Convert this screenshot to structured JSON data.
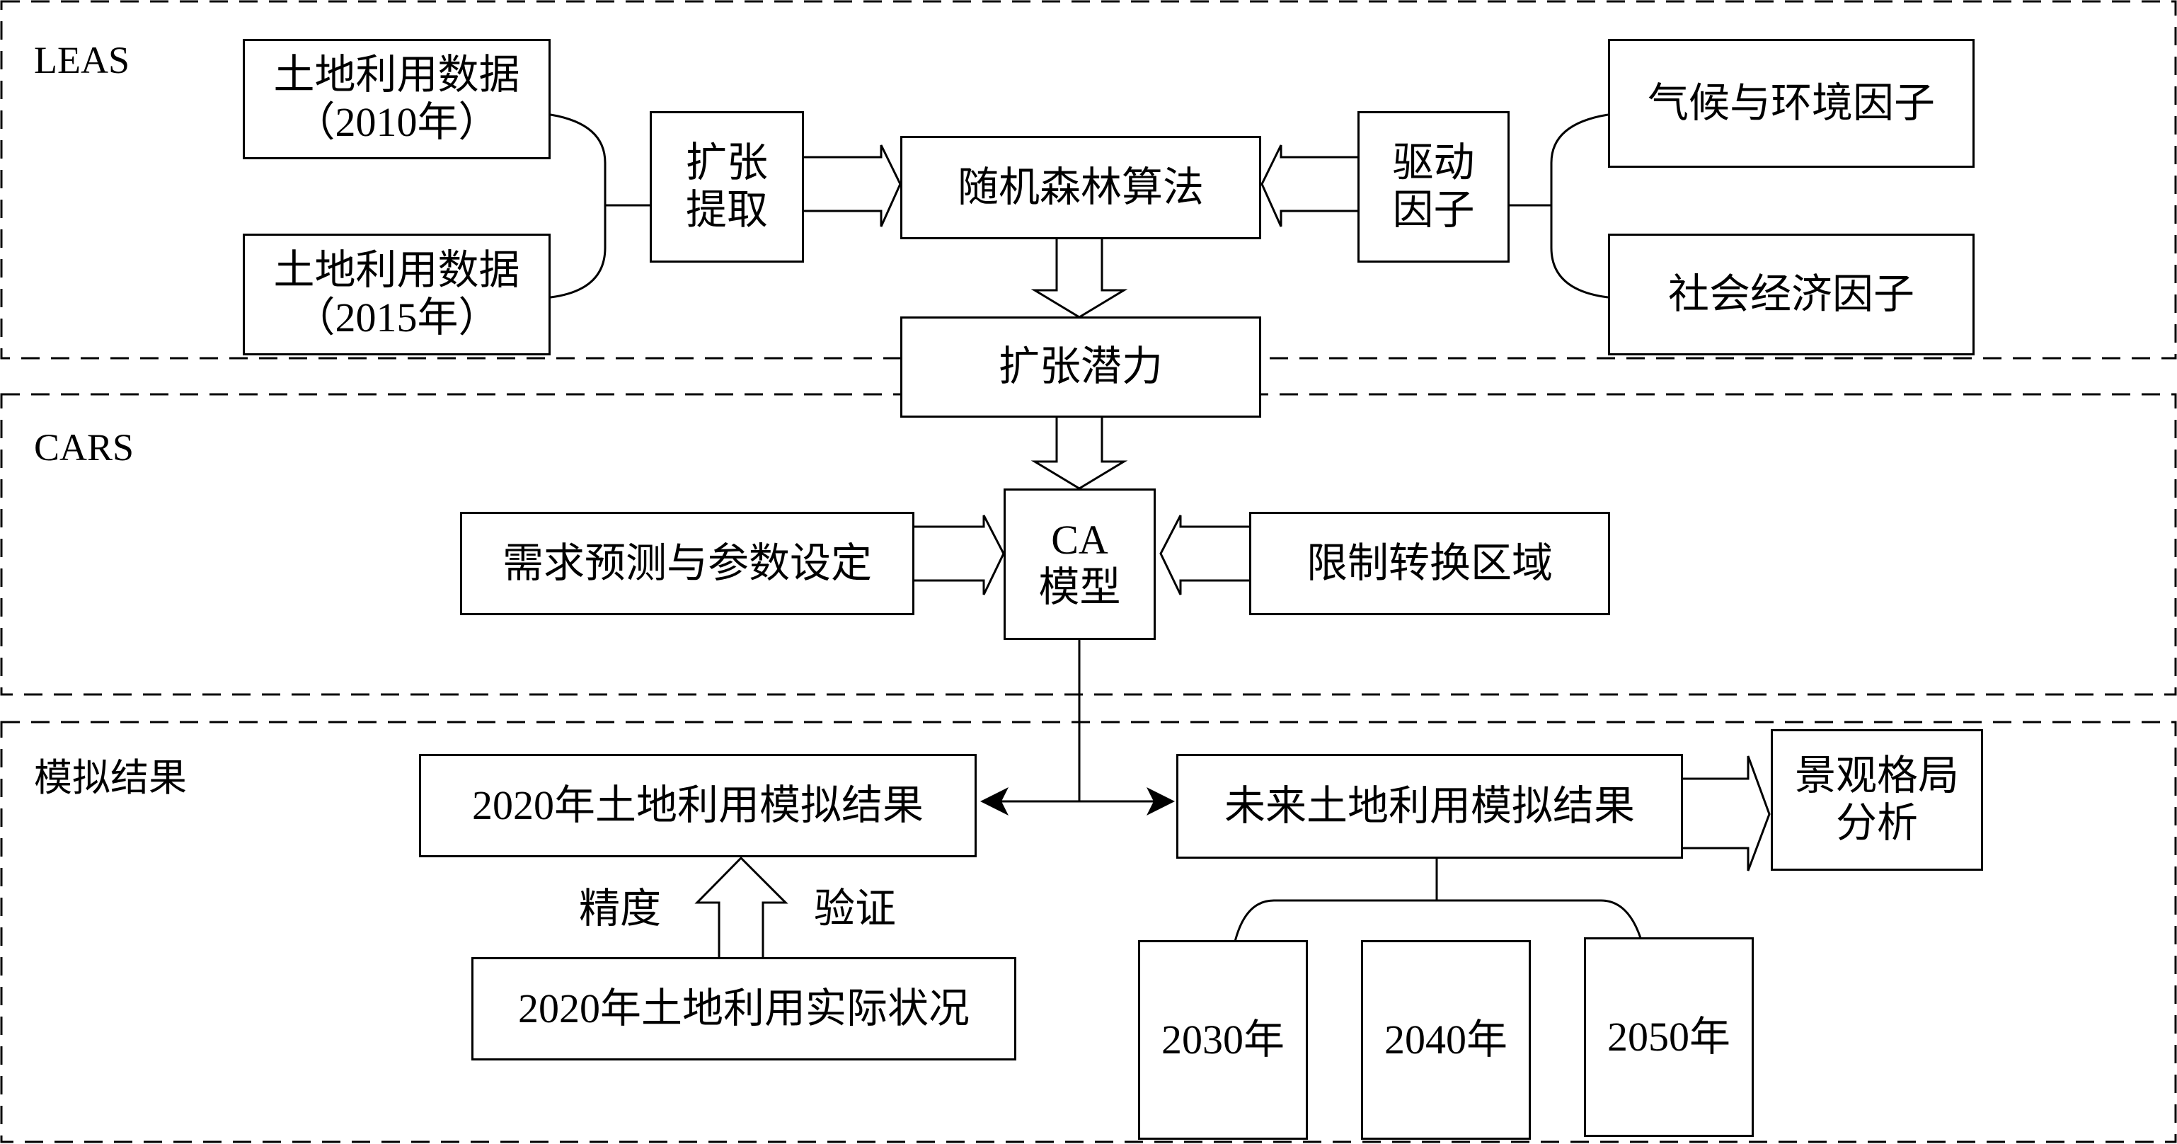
{
  "regions": {
    "leas": "LEAS",
    "cars": "CARS",
    "results": "模拟结果"
  },
  "boxes": {
    "land2010": "土地利用数据\n（2010年）",
    "land2015": "土地利用数据\n（2015年）",
    "expansion_extract": "扩张\n提取",
    "random_forest": "随机森林算法",
    "driving_factors": "驱动\n因子",
    "climate_env": "气候与环境因子",
    "socio_econ": "社会经济因子",
    "expansion_potential": "扩张潜力",
    "demand_forecast": "需求预测与参数设定",
    "ca_model": "CA\n模型",
    "restricted_zone": "限制转换区域",
    "sim2020": "2020年土地利用模拟结果",
    "future_sim": "未来土地利用模拟结果",
    "landscape": "景观格局\n分析",
    "actual2020": "2020年土地利用实际状况",
    "y2030": "2030年",
    "y2040": "2040年",
    "y2050": "2050年"
  },
  "labels": {
    "accuracy": "精度",
    "validation": "验证"
  }
}
